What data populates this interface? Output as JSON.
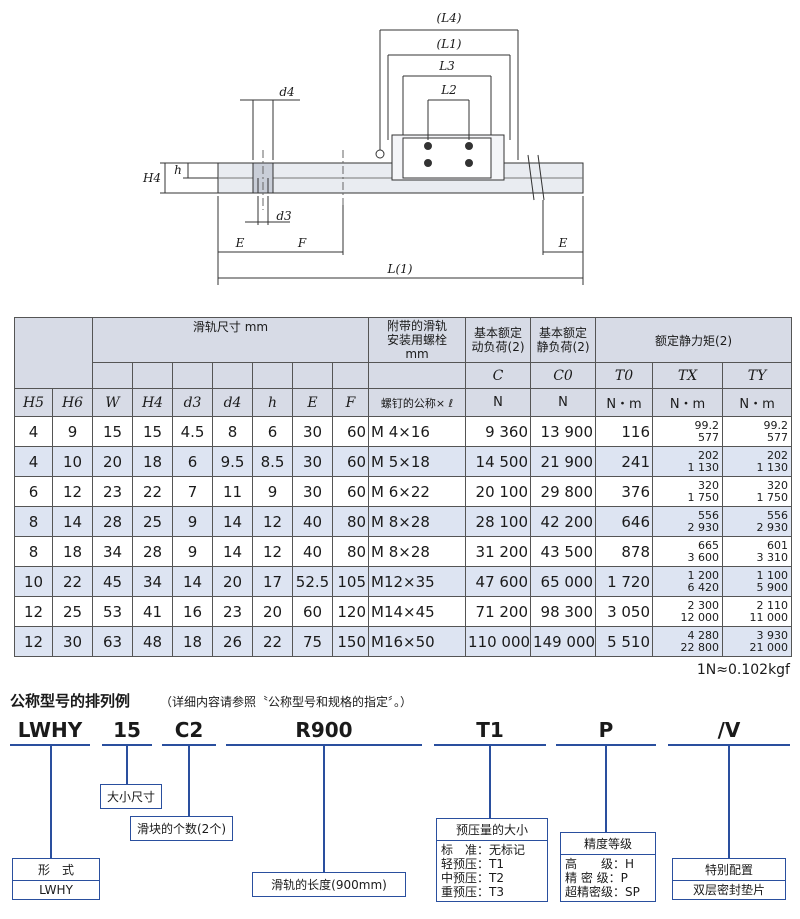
{
  "diagram": {
    "labels": {
      "l4": "(L4)",
      "l1": "(L1)",
      "l3": "L3",
      "l2": "L2",
      "d4": "d4",
      "d3": "d3",
      "h4": "H4",
      "h": "h",
      "e_left": "E",
      "f": "F",
      "e_right": "E",
      "l_total": "L(1)"
    }
  },
  "table": {
    "group_headers": {
      "rail_dim": "滑轨尺寸 mm",
      "bolt": [
        "附带的滑轨",
        "安装用螺栓",
        "mm"
      ],
      "dyn": [
        "基本额定",
        "动负荷(2)"
      ],
      "stat": [
        "基本额定",
        "静负荷(2)"
      ],
      "moment": "额定静力矩(2)"
    },
    "symbols": {
      "h5": "H5",
      "h6": "H6",
      "w": "W",
      "h4": "H4",
      "d3": "d3",
      "d4": "d4",
      "h": "h",
      "e": "E",
      "f": "F",
      "bolt": "螺钉的公称× ℓ",
      "c": "C",
      "c0": "C0",
      "t0": "T0",
      "tx": "TX",
      "ty": "TY"
    },
    "units": {
      "c": "N",
      "c0": "N",
      "t0": "N・m",
      "tx": "N・m",
      "ty": "N・m"
    },
    "rows": [
      {
        "h5": "4",
        "h6": "9",
        "w": "15",
        "h4": "15",
        "d3": "4.5",
        "d4": "8",
        "h": "6",
        "e": "30",
        "f": "60",
        "bolt": "M 4×16",
        "c": "9 360",
        "c0": "13 900",
        "t0": "116",
        "tx": [
          "99.2",
          "577"
        ],
        "ty": [
          "99.2",
          "577"
        ]
      },
      {
        "h5": "4",
        "h6": "10",
        "w": "20",
        "h4": "18",
        "d3": "6",
        "d4": "9.5",
        "h": "8.5",
        "e": "30",
        "f": "60",
        "bolt": "M 5×18",
        "c": "14 500",
        "c0": "21 900",
        "t0": "241",
        "tx": [
          "202",
          "1 130"
        ],
        "ty": [
          "202",
          "1 130"
        ]
      },
      {
        "h5": "6",
        "h6": "12",
        "w": "23",
        "h4": "22",
        "d3": "7",
        "d4": "11",
        "h": "9",
        "e": "30",
        "f": "60",
        "bolt": "M 6×22",
        "c": "20 100",
        "c0": "29 800",
        "t0": "376",
        "tx": [
          "320",
          "1 750"
        ],
        "ty": [
          "320",
          "1 750"
        ]
      },
      {
        "h5": "8",
        "h6": "14",
        "w": "28",
        "h4": "25",
        "d3": "9",
        "d4": "14",
        "h": "12",
        "e": "40",
        "f": "80",
        "bolt": "M 8×28",
        "c": "28 100",
        "c0": "42 200",
        "t0": "646",
        "tx": [
          "556",
          "2 930"
        ],
        "ty": [
          "556",
          "2 930"
        ]
      },
      {
        "h5": "8",
        "h6": "18",
        "w": "34",
        "h4": "28",
        "d3": "9",
        "d4": "14",
        "h": "12",
        "e": "40",
        "f": "80",
        "bolt": "M 8×28",
        "c": "31 200",
        "c0": "43 500",
        "t0": "878",
        "tx": [
          "665",
          "3 600"
        ],
        "ty": [
          "601",
          "3 310"
        ]
      },
      {
        "h5": "10",
        "h6": "22",
        "w": "45",
        "h4": "34",
        "d3": "14",
        "d4": "20",
        "h": "17",
        "e": "52.5",
        "f": "105",
        "bolt": "M12×35",
        "c": "47 600",
        "c0": "65 000",
        "t0": "1 720",
        "tx": [
          "1 200",
          "6 420"
        ],
        "ty": [
          "1 100",
          "5 900"
        ]
      },
      {
        "h5": "12",
        "h6": "25",
        "w": "53",
        "h4": "41",
        "d3": "16",
        "d4": "23",
        "h": "20",
        "e": "60",
        "f": "120",
        "bolt": "M14×45",
        "c": "71 200",
        "c0": "98 300",
        "t0": "3 050",
        "tx": [
          "2 300",
          "12 000"
        ],
        "ty": [
          "2 110",
          "11 000"
        ]
      },
      {
        "h5": "12",
        "h6": "30",
        "w": "63",
        "h4": "48",
        "d3": "18",
        "d4": "26",
        "h": "22",
        "e": "75",
        "f": "150",
        "bolt": "M16×50",
        "c": "110 000",
        "c0": "149 000",
        "t0": "5 510",
        "tx": [
          "4 280",
          "22 800"
        ],
        "ty": [
          "3 930",
          "21 000"
        ]
      }
    ]
  },
  "footnote": "1N≈0.102kgf",
  "order": {
    "title": "公称型号的排列例",
    "note": "（详细内容请参照〝公称型号和规格的指定〞。）",
    "segments": [
      "LWHY",
      "15",
      "C2",
      "R900",
      "T1",
      "P",
      "/V"
    ],
    "boxes": {
      "size": "大小尺寸",
      "blocks": "滑块的个数(2个)",
      "form_hd": "形　式",
      "form_bd": "LWHY",
      "length": "滑轨的长度(900mm)",
      "preload_hd": "预压量的大小",
      "preload_bd": [
        "标　准：无标记",
        "轻预压：T1",
        "中预压：T2",
        "重预压：T3"
      ],
      "grade_hd": "精度等级",
      "grade_bd": [
        "高　　级：H",
        "精 密 级：P",
        "超精密级：SP"
      ],
      "special_hd": "特别配置",
      "special_bd": "双层密封垫片"
    }
  }
}
